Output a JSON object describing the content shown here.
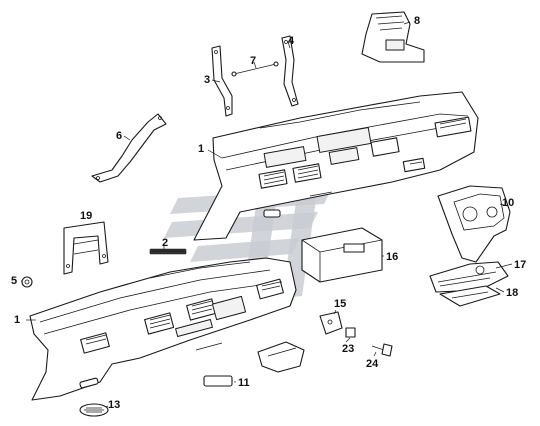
{
  "callouts": [
    {
      "id": "1a",
      "label": "1"
    },
    {
      "id": "1b",
      "label": "1"
    },
    {
      "id": "2",
      "label": "2"
    },
    {
      "id": "3",
      "label": "3"
    },
    {
      "id": "4",
      "label": "4"
    },
    {
      "id": "5",
      "label": "5"
    },
    {
      "id": "6",
      "label": "6"
    },
    {
      "id": "7",
      "label": "7"
    },
    {
      "id": "8",
      "label": "8"
    },
    {
      "id": "10",
      "label": "10"
    },
    {
      "id": "11",
      "label": "11"
    },
    {
      "id": "13",
      "label": "13"
    },
    {
      "id": "15",
      "label": "15"
    },
    {
      "id": "16",
      "label": "16"
    },
    {
      "id": "17",
      "label": "17"
    },
    {
      "id": "18",
      "label": "18"
    },
    {
      "id": "19",
      "label": "19"
    },
    {
      "id": "23",
      "label": "23"
    },
    {
      "id": "24",
      "label": "24"
    }
  ],
  "colors": {
    "line": "#1a1a1a",
    "watermark": "#c9ccd2",
    "background": "#ffffff"
  }
}
